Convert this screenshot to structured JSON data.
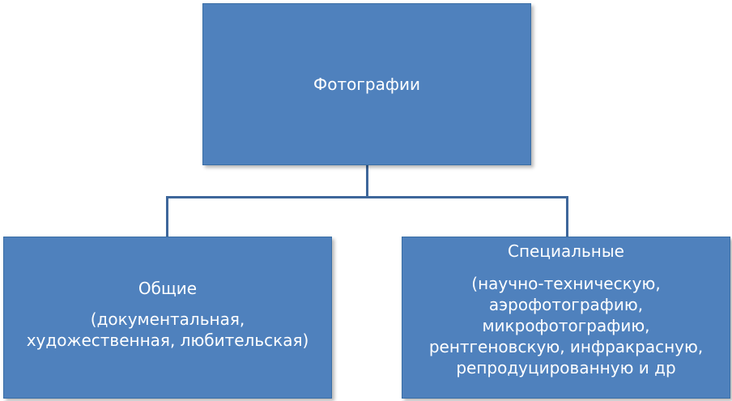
{
  "root": {
    "label": "Фотографии"
  },
  "children": [
    {
      "title": "Общие",
      "details": [
        "(документальная,",
        "художественная, любительская)"
      ]
    },
    {
      "title": "Специальные",
      "details": [
        "(научно-техническую,",
        "аэрофотографию,",
        "микрофотографию,",
        "рентгеновскую, инфракрасную,",
        "репродуцированную и др"
      ]
    }
  ],
  "colors": {
    "box_fill": "#4f81bd",
    "connector": "#3e679b",
    "text": "#ffffff"
  }
}
